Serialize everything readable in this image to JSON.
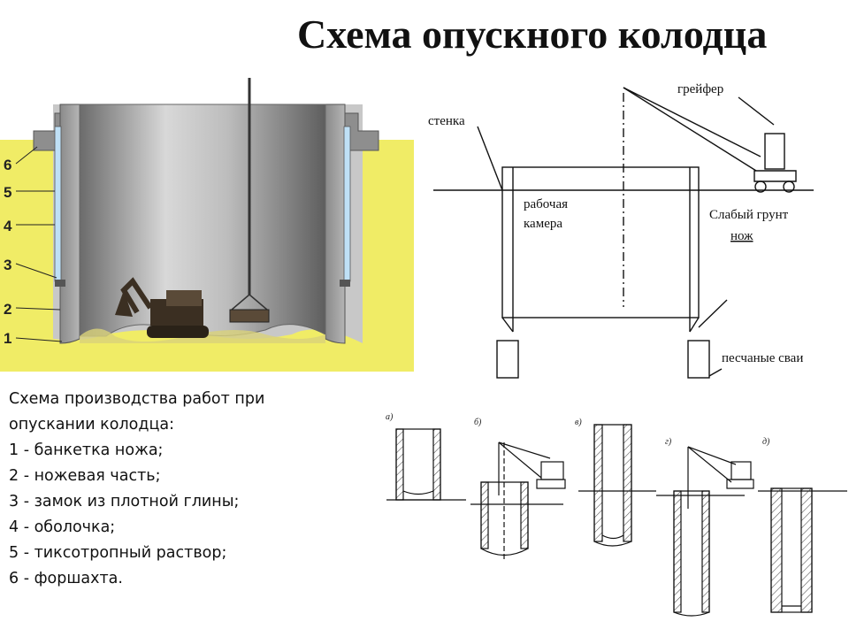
{
  "title": "Схема опускного колодца",
  "legend": {
    "lines": [
      "Схема производства работ при",
      "опускании колодца:",
      "1 - банкетка ножа;",
      "2 - ножевая часть;",
      "3 - замок из плотной глины;",
      "4 - оболочка;",
      "5 - тиксотропный раствор;",
      "6 - форшахта."
    ]
  },
  "left_figure": {
    "callout_numbers": [
      "6",
      "5",
      "4",
      "3",
      "2",
      "1"
    ],
    "colors": {
      "soil": "#f0ec66",
      "shell": "#9a9a9a",
      "solution": "#bfe0f6"
    }
  },
  "right_figure": {
    "labels": {
      "grab": "грейфер",
      "wall": "стенка",
      "chamber_line1": "рабочая",
      "chamber_line2": "камера",
      "soft_soil": "Слабый грунт",
      "knife": "нож",
      "sand_piles": "песчаные сваи"
    }
  },
  "steps": {
    "labels": [
      "а)",
      "б)",
      "в)",
      "г)",
      "д)"
    ]
  }
}
